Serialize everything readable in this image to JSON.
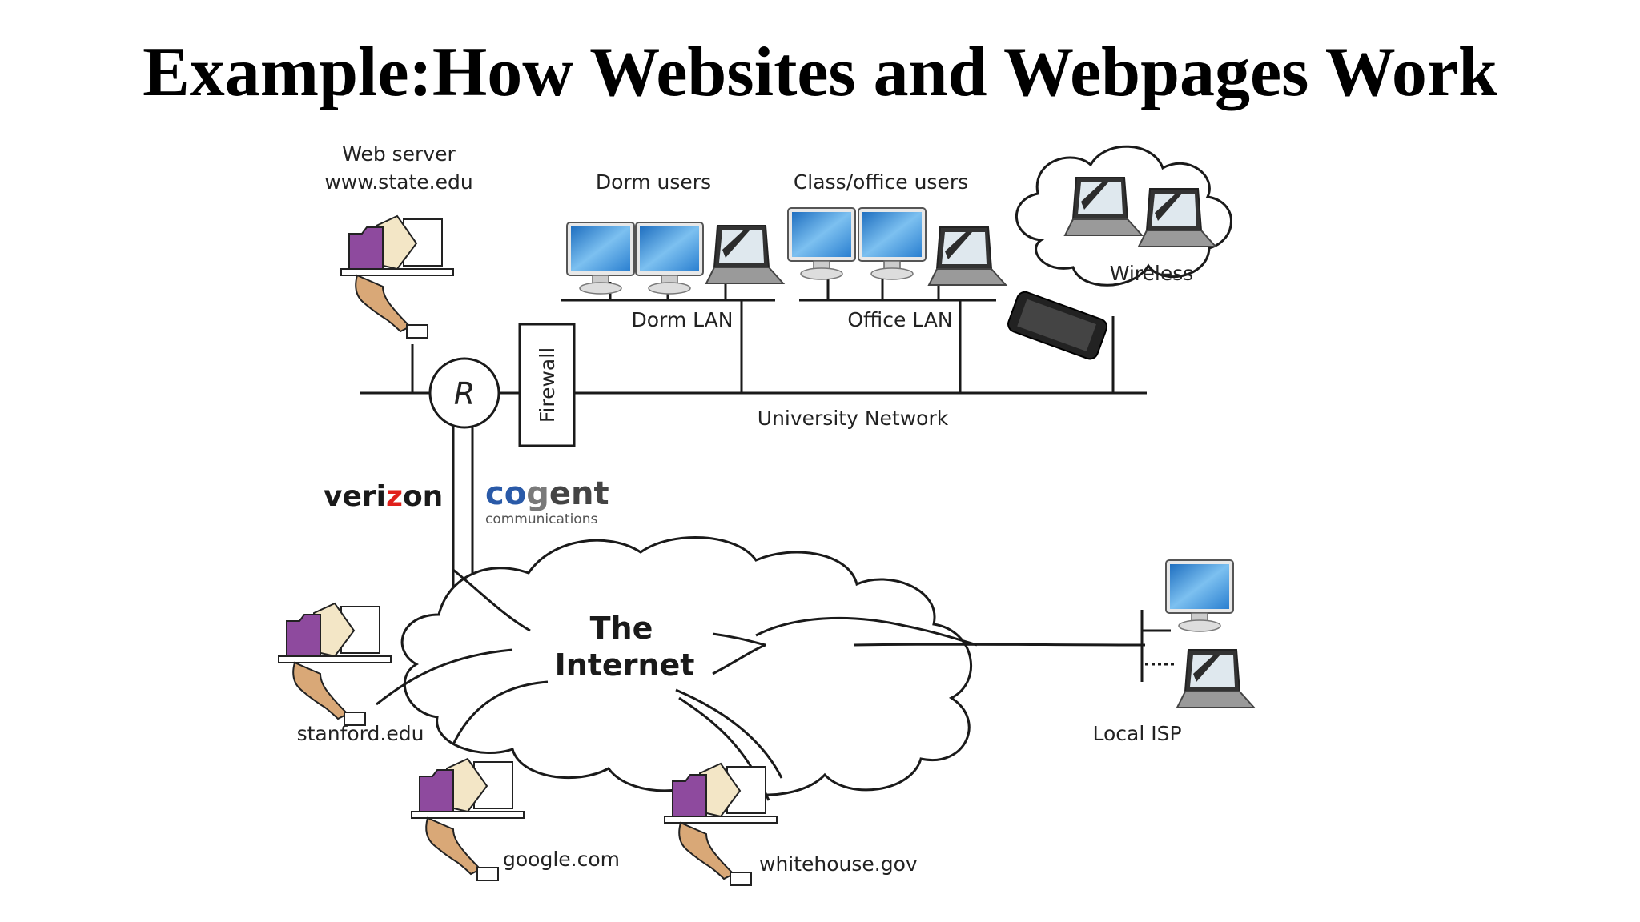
{
  "title": "Example:How Websites and Webpages Work",
  "diagram": {
    "web_server_label": "Web server",
    "web_server_host": "www.state.edu",
    "dorm_users": "Dorm users",
    "class_office_users": "Class/office users",
    "dorm_lan": "Dorm LAN",
    "office_lan": "Office LAN",
    "wireless": "Wireless",
    "router_letter": "R",
    "firewall": "Firewall",
    "university_network": "University Network",
    "verizon_1": "veri",
    "verizon_2": "z",
    "verizon_3": "on",
    "cogent_1": "co",
    "cogent_2": "g",
    "cogent_3": "ent",
    "cogent_sub": "communications",
    "internet_line1": "The",
    "internet_line2": "Internet",
    "stanford": "stanford.edu",
    "google": "google.com",
    "whitehouse": "whitehouse.gov",
    "local_isp": "Local ISP"
  },
  "colors": {
    "folder": "#8e4a9e",
    "screen": "#3a8fd6",
    "hand": "#d9a877",
    "verizon_red": "#e0201b",
    "cogent_blue": "#2a5aa8"
  }
}
